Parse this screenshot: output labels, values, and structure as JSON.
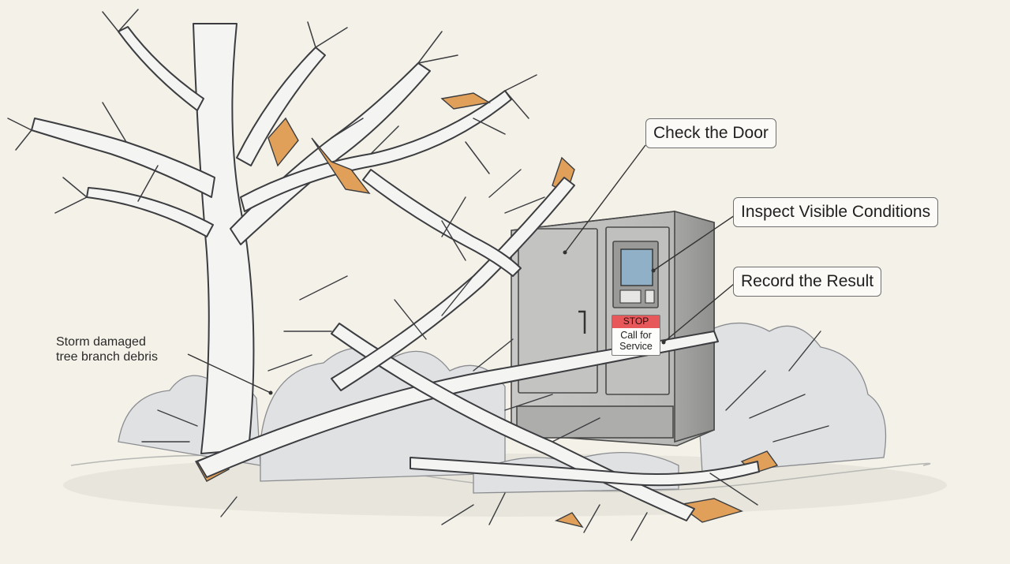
{
  "illustration": {
    "callouts": {
      "check_door": "Check the Door",
      "inspect_conditions": "Inspect Visible Conditions",
      "record_result": "Record the Result"
    },
    "debris_note_line1": "Storm damaged",
    "debris_note_line2": "tree branch debris",
    "cabinet_sign": {
      "stop": "STOP",
      "line1": "Call for",
      "line2": "Service"
    },
    "colors": {
      "background": "#f3f1e8",
      "wood_break": "#e0a05a",
      "cabinet": "#bdbdbd",
      "stop_red": "#e7585a"
    }
  }
}
